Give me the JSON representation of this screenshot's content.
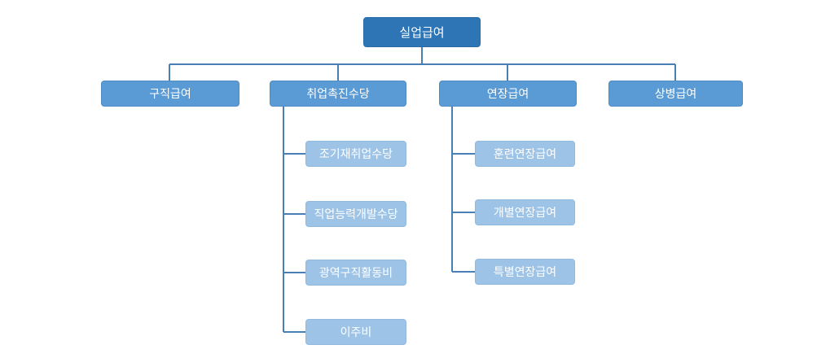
{
  "root": {
    "label": "실업급여"
  },
  "branches": [
    {
      "label": "구직급여",
      "children": []
    },
    {
      "label": "취업촉진수당",
      "children": [
        "조기재취업수당",
        "직업능력개발수당",
        "광역구직활동비",
        "이주비"
      ]
    },
    {
      "label": "연장급여",
      "children": [
        "훈련연장급여",
        "개별연장급여",
        "특별연장급여"
      ]
    },
    {
      "label": "상병급여",
      "children": []
    }
  ],
  "colors": {
    "root_fill": "#2e75b6",
    "branch_fill": "#5b9bd5",
    "leaf_fill": "#9dc3e6",
    "connector": "#4a7fb5",
    "text": "#ffffff"
  }
}
